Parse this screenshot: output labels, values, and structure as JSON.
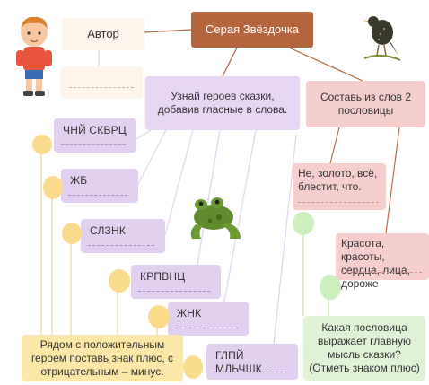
{
  "title": "Серая Звёздочка",
  "author_label": "Автор",
  "task_heroes": "Узнай героев сказки, добавив гласные в слова.",
  "task_proverbs": "Составь из слов 2 пословицы",
  "words": [
    "ЧНЙ СКВРЦ",
    "ЖБ",
    "СЛЗНК",
    "КРПВНЦ",
    "ЖНК",
    "ГЛПЙ МЛЬЧШК"
  ],
  "proverbs": [
    "Не, золото, всё, блестит, что.",
    "Красота, красоты, сердца, лица, дороже"
  ],
  "mark_note": "Рядом с положительным героем поставь знак плюс, с отрицательным – минус.",
  "question": "Какая пословица выражает главную мысль сказки? (Отметь знаком плюс)",
  "colors": {
    "title_bg": "#b5653d",
    "purple": "#e2d0f1",
    "pink": "#f6cece",
    "yellow": "#fbe7a8",
    "green": "#dff2d6"
  },
  "icons": [
    "boy-illustration",
    "starling-bird-illustration",
    "frog-illustration"
  ]
}
